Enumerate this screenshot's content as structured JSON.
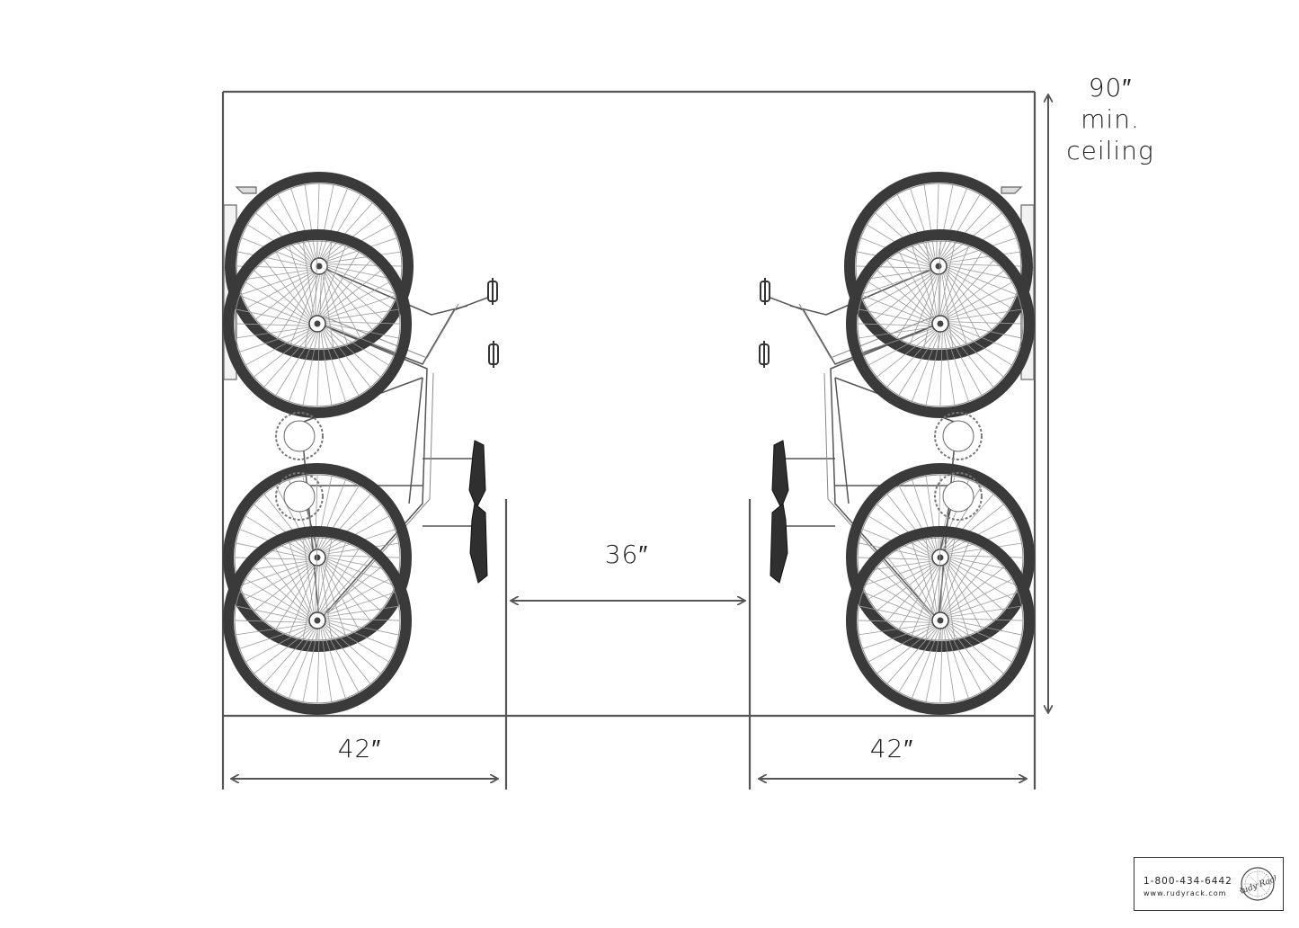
{
  "dimensions": {
    "left_width": "42″",
    "center_aisle": "36″",
    "right_width": "42″",
    "ceiling": [
      "90″",
      "min.",
      "ceiling"
    ]
  },
  "brand": {
    "phone": "1-800-434-6442",
    "website": "www.rudyrack.com",
    "logo_text": "Rudy Rack"
  },
  "colors": {
    "line": "#555555",
    "tire": "#3a3a3a",
    "frame": "#555555",
    "spoke": "#9a9a9a",
    "text": "#222222"
  }
}
